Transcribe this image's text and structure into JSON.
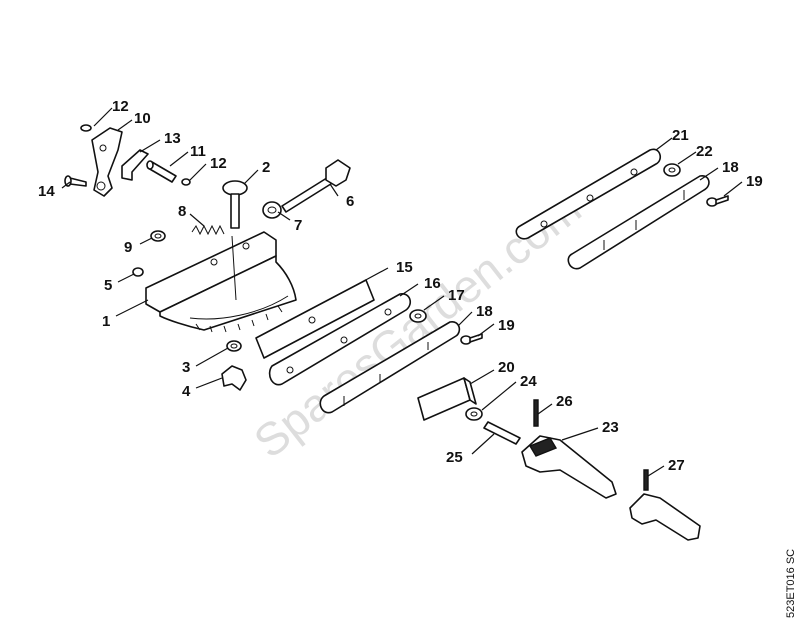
{
  "watermark": "SparesGarden.com",
  "drawing_code": "523ET016 SC",
  "callouts": [
    "1",
    "2",
    "3",
    "4",
    "5",
    "6",
    "7",
    "8",
    "9",
    "10",
    "11",
    "12",
    "12",
    "13",
    "14",
    "15",
    "16",
    "17",
    "18",
    "18",
    "19",
    "19",
    "20",
    "21",
    "22",
    "23",
    "24",
    "25",
    "26",
    "27"
  ]
}
